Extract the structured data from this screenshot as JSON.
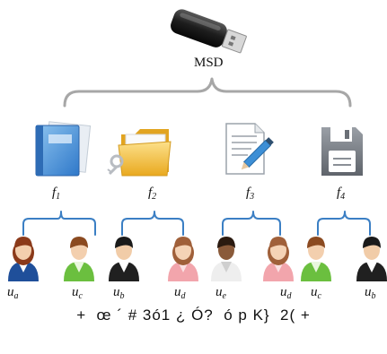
{
  "diagram": {
    "root": {
      "label": "MSD",
      "icon": "usb-drive-icon"
    },
    "files": [
      {
        "name": "f",
        "sub": "1",
        "icon": "blue-book-icon"
      },
      {
        "name": "f",
        "sub": "2",
        "icon": "folder-key-icon"
      },
      {
        "name": "f",
        "sub": "3",
        "icon": "edit-document-icon"
      },
      {
        "name": "f",
        "sub": "4",
        "icon": "floppy-disk-icon"
      }
    ],
    "users": [
      {
        "name": "u",
        "sub": "a",
        "icon": "user-female-blue-icon"
      },
      {
        "name": "u",
        "sub": "c",
        "icon": "user-female-green-icon"
      },
      {
        "name": "u",
        "sub": "b",
        "icon": "user-male-black-icon"
      },
      {
        "name": "u",
        "sub": "d",
        "icon": "user-female-pink-icon"
      },
      {
        "name": "u",
        "sub": "e",
        "icon": "user-male-white-icon"
      },
      {
        "name": "u",
        "sub": "d",
        "icon": "user-female-pink-icon"
      },
      {
        "name": "u",
        "sub": "c",
        "icon": "user-female-green-icon"
      },
      {
        "name": "u",
        "sub": "b",
        "icon": "user-male-black-icon"
      }
    ],
    "caption": "+  œ ´ # 3ó1 ¿ Ó?  ó p K}  2( +",
    "colors": {
      "bracket": "#a7a7a7",
      "user_bracket": "#3b7fc4"
    }
  }
}
